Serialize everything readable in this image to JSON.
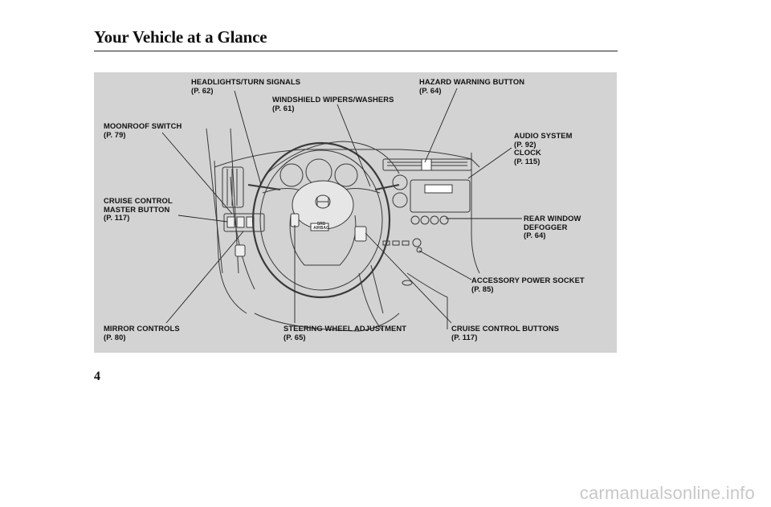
{
  "header": {
    "title": "Your Vehicle at a Glance"
  },
  "callouts": {
    "headlights": {
      "label": "HEADLIGHTS/TURN SIGNALS",
      "ref": "(P. 62)"
    },
    "wipers": {
      "label": "WINDSHIELD WIPERS/WASHERS",
      "ref": "(P. 61)"
    },
    "hazard": {
      "label": "HAZARD WARNING BUTTON",
      "ref": "(P. 64)"
    },
    "moonroof": {
      "label": "MOONROOF SWITCH",
      "ref": "(P. 79)"
    },
    "audio": {
      "label": "AUDIO SYSTEM",
      "ref": "(P. 92)",
      "label2": "CLOCK",
      "ref2": "(P. 115)"
    },
    "cruise_master": {
      "label": "CRUISE CONTROL",
      "label2": "MASTER BUTTON",
      "ref": "(P. 117)"
    },
    "rear_defogger": {
      "label": "REAR WINDOW",
      "label2": "DEFOGGER",
      "ref": "(P. 64)"
    },
    "power_socket": {
      "label": "ACCESSORY POWER SOCKET",
      "ref": "(P. 85)"
    },
    "mirror": {
      "label": "MIRROR CONTROLS",
      "ref": "(P. 80)"
    },
    "steering_adjust": {
      "label": "STEERING WHEEL ADJUSTMENT",
      "ref": "(P. 65)"
    },
    "cruise_buttons": {
      "label": "CRUISE CONTROL BUTTONS",
      "ref": "(P. 117)"
    }
  },
  "illustration": {
    "srs_badge": "SRS AIRBAG"
  },
  "footer": {
    "page_number": "4",
    "watermark": "carmanualsonline.info"
  },
  "colors": {
    "figure_bg": "#d3d3d3",
    "line": "#333333",
    "text": "#111111"
  }
}
